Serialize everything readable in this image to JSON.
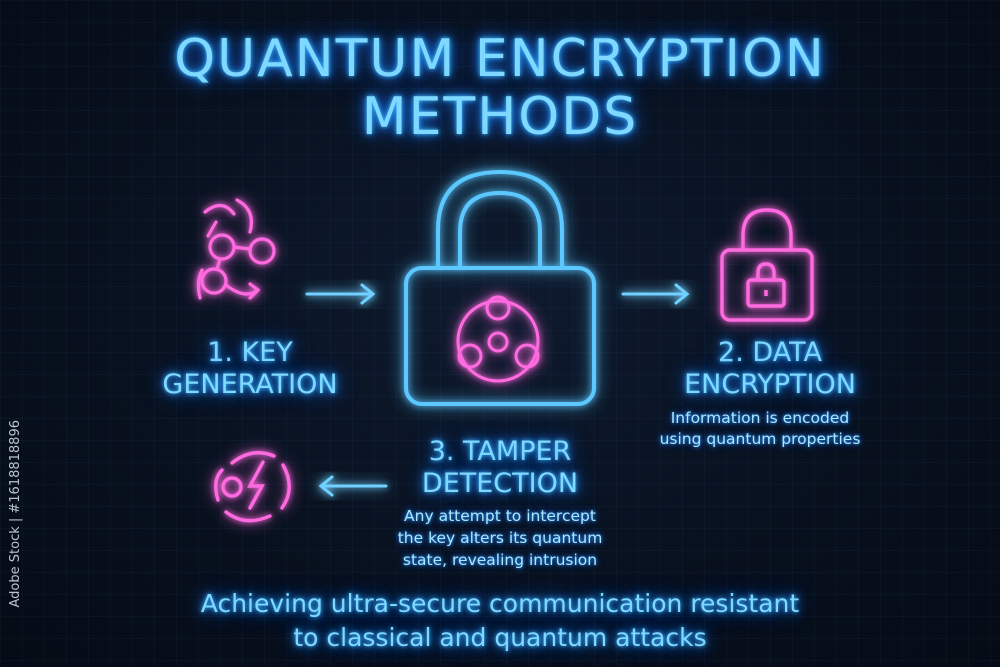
{
  "title": {
    "line1": "QUANTUM ENCRYPTION",
    "line2": "METHODS"
  },
  "steps": [
    {
      "label_line1": "1. KEY",
      "label_line2": "GENERATION",
      "icon": "atom-network-icon"
    },
    {
      "label_line1": "2. DATA",
      "label_line2": "ENCRYPTION",
      "description_line1": "Information is encoded",
      "description_line2": "using quantum properties",
      "icon": "padlock-icon"
    },
    {
      "label_line1": "3. TAMPER",
      "label_line2": "DETECTION",
      "description_line1": "Any attempt to intercept",
      "description_line2": "the key alters its quantum",
      "description_line3": "state, revealing intrusion",
      "icon": "lightning-circle-icon"
    }
  ],
  "center_icon": "large-padlock-quantum-icon",
  "footer": {
    "line1": "Achieving ultra-secure communication resistant",
    "line2": "to classical and quantum attacks"
  },
  "side_text": "Adobe Stock | #1618818896",
  "colors": {
    "neon_blue": "#4fc3ff",
    "neon_pink": "#ff4fd8",
    "background": "#08111f"
  }
}
